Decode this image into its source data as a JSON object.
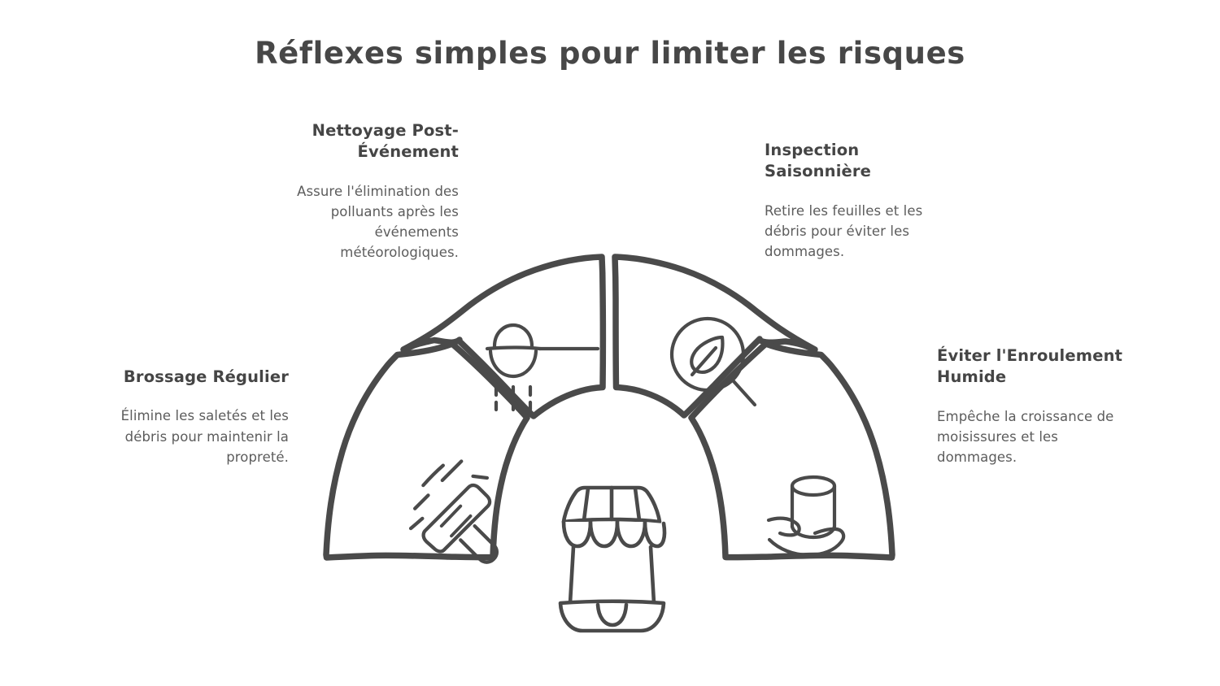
{
  "page": {
    "title": "Réflexes simples pour limiter les risques",
    "background_color": "#ffffff",
    "title_color": "#474747",
    "stroke_color": "#4a4a4a",
    "body_text_color": "#5c5c5c"
  },
  "diagram": {
    "type": "semicircle-donut-4-segments",
    "center_icon": "storefront-awning-icon",
    "segments": [
      {
        "id": "brossage",
        "position": "outer-left",
        "icon": "squeegee-brush-icon",
        "title": "Brossage Régulier",
        "description": "Élimine les saletés et les débris pour maintenir la propreté.",
        "label_align": "right"
      },
      {
        "id": "nettoyage",
        "position": "inner-left",
        "icon": "shower-rinse-icon",
        "title": "Nettoyage Post-Événement",
        "description": "Assure l'élimination des polluants après les événements météorologiques.",
        "label_align": "right"
      },
      {
        "id": "inspection",
        "position": "inner-right",
        "icon": "magnifier-leaf-icon",
        "title": "Inspection Saisonnière",
        "description": "Retire les feuilles et les débris pour éviter les dommages.",
        "label_align": "left"
      },
      {
        "id": "enroulement",
        "position": "outer-right",
        "icon": "hand-holding-rolled-awning-icon",
        "title": "Éviter l'Enroulement Humide",
        "description": "Empêche la croissance de moisissures et les dommages.",
        "label_align": "left"
      }
    ]
  }
}
